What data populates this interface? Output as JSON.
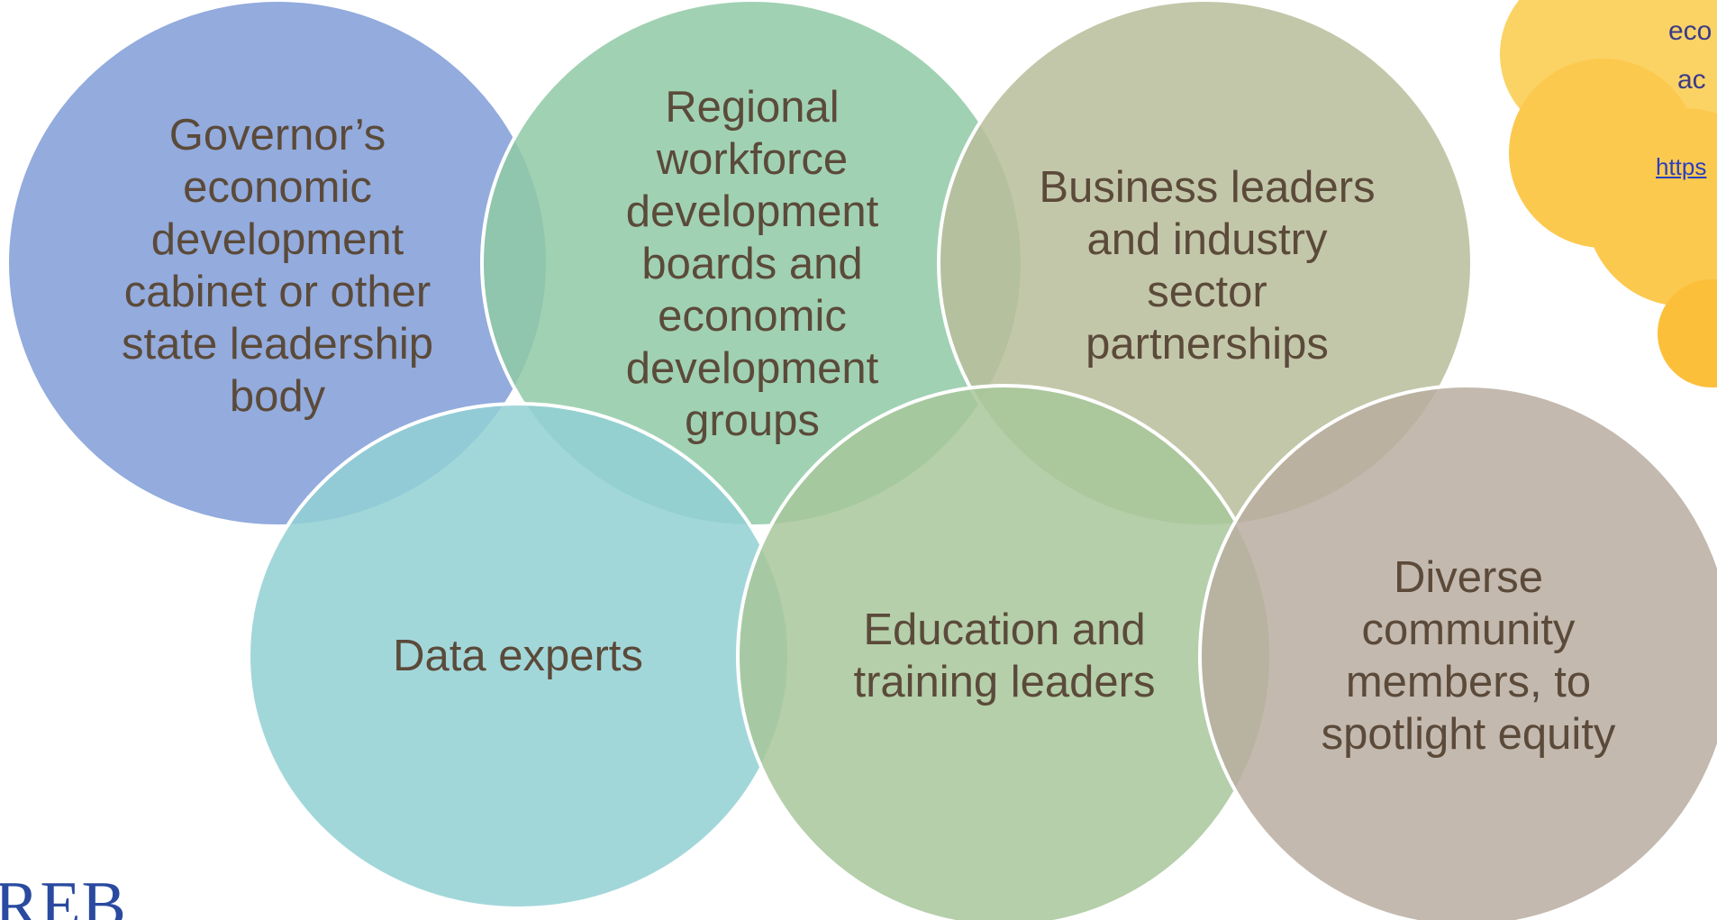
{
  "diagram": {
    "circles": [
      {
        "id": "governor",
        "label": "Governor’s\neconomic\ndevelopment\ncabinet or other\nstate leadership\nbody",
        "color": "#8fa8dc"
      },
      {
        "id": "regional",
        "label": "Regional\nworkforce\ndevelopment\nboards and\neconomic\ndevelopment\ngroups",
        "color": "#8fc9a6"
      },
      {
        "id": "business",
        "label": "Business leaders\nand industry\nsector\npartnerships",
        "color": "#b9bd9a"
      },
      {
        "id": "data",
        "label": "Data experts",
        "color": "#92d0d4"
      },
      {
        "id": "education",
        "label": "Education and\ntraining leaders",
        "color": "#a7c79a"
      },
      {
        "id": "diverse",
        "label": "Diverse\ncommunity\nmembers, to\nspotlight equity",
        "color": "#b8ada0"
      }
    ]
  },
  "callout": {
    "line1": "eco",
    "line2": "ac",
    "link": "https",
    "color": "#fbd364"
  },
  "logo": {
    "text": "REB"
  }
}
